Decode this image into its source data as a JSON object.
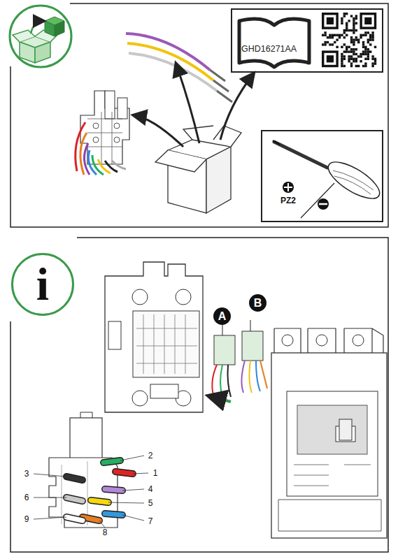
{
  "diagram": {
    "nodes": [
      {
        "text": [
          "GHD16271AA"
        ]
      },
      {
        "text": [
          "PZ2"
        ]
      },
      {
        "text": [
          "i"
        ]
      },
      {
        "text": [
          "A"
        ]
      },
      {
        "text": [
          "B"
        ]
      }
    ],
    "labels": [
      "1",
      "2",
      "3",
      "4",
      "5",
      "6",
      "7",
      "8",
      "9"
    ]
  }
}
